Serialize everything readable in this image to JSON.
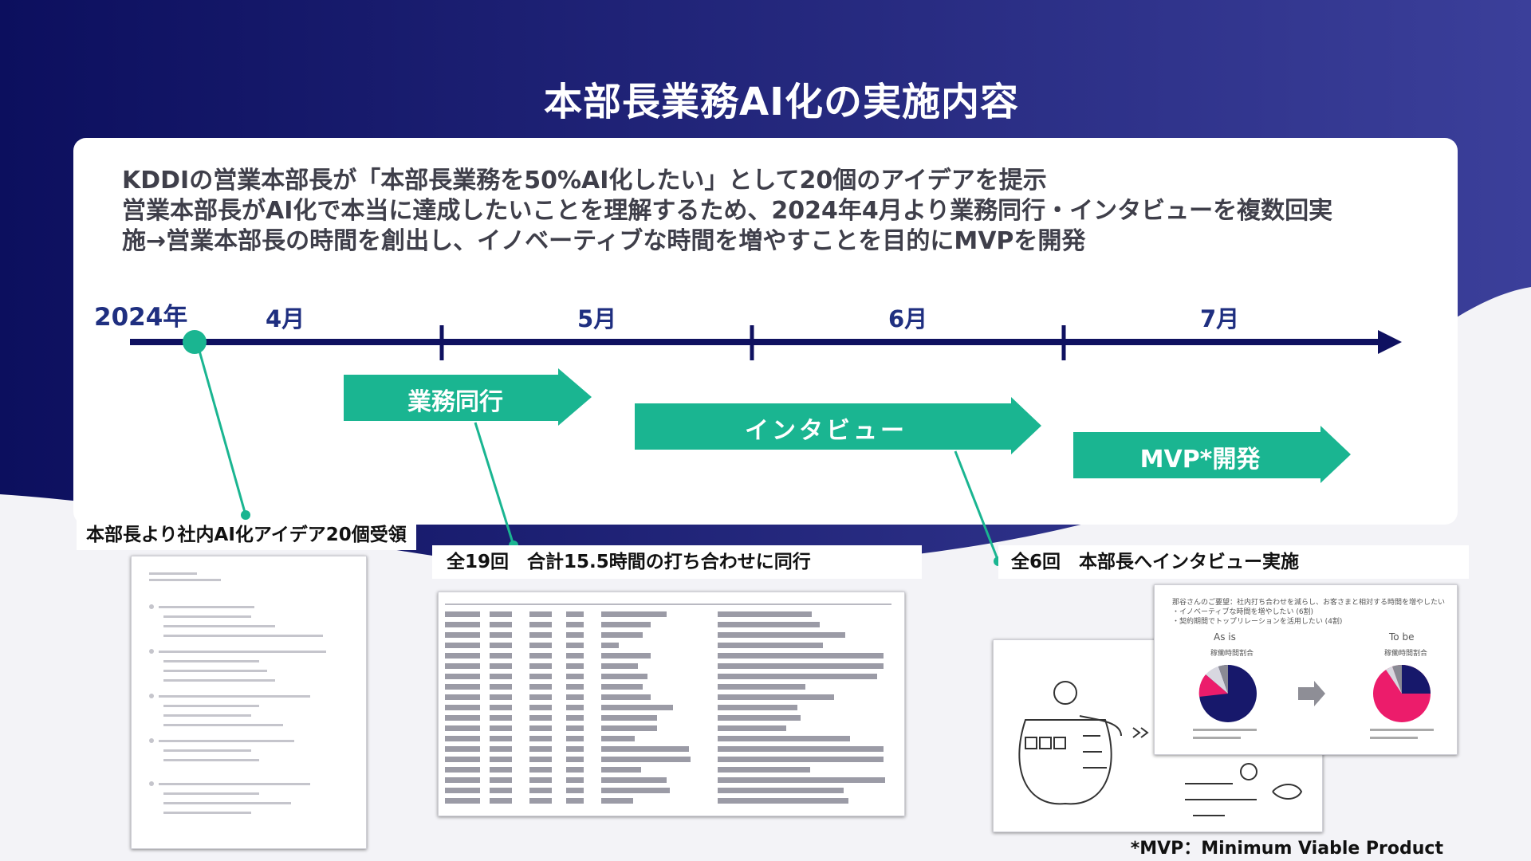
{
  "page": {
    "title": "本部長業務AI化の実施内容"
  },
  "intro": {
    "lines": [
      "KDDIの営業本部長が「本部長業務を50%AI化したい」として20個のアイデアを提示",
      "営業本部長がAI化で本当に達成したいことを理解するため、2024年4月より業務同行・インタビューを複数回実",
      "施→営業本部長の時間を創出し、イノベーティブな時間を増やすことを目的にMVPを開発"
    ]
  },
  "timeline": {
    "year": "2024年",
    "months": [
      "4月",
      "5月",
      "6月",
      "7月"
    ],
    "phases": [
      "業務同行",
      "インタビュー",
      "MVP*開発"
    ]
  },
  "callouts": {
    "ideas": "本部長より社内AI化アイデア20個受領",
    "meetings": "全19回　合計15.5時間の打ち合わせに同行",
    "interviews": "全6回　本部長へインタビュー実施"
  },
  "slide_thumb": {
    "header_line1": "那谷さんのご要望：社内打ち合わせを減らし、お客さまと相対する時間を増やしたい",
    "header_line2": "・イノベーティブな時間を増やしたい (6割)",
    "header_line3": "・契約期間でトップリレーションを活用したい (4割)",
    "as_is": "As is",
    "to_be": "To be",
    "chart_label": "稼働時間割合"
  },
  "footnote": "*MVP：Minimum Viable Product",
  "colors": {
    "navy": "#0f1160",
    "green": "#1ab591",
    "text": "#3f3f4a",
    "accent": "#1f2f80"
  }
}
